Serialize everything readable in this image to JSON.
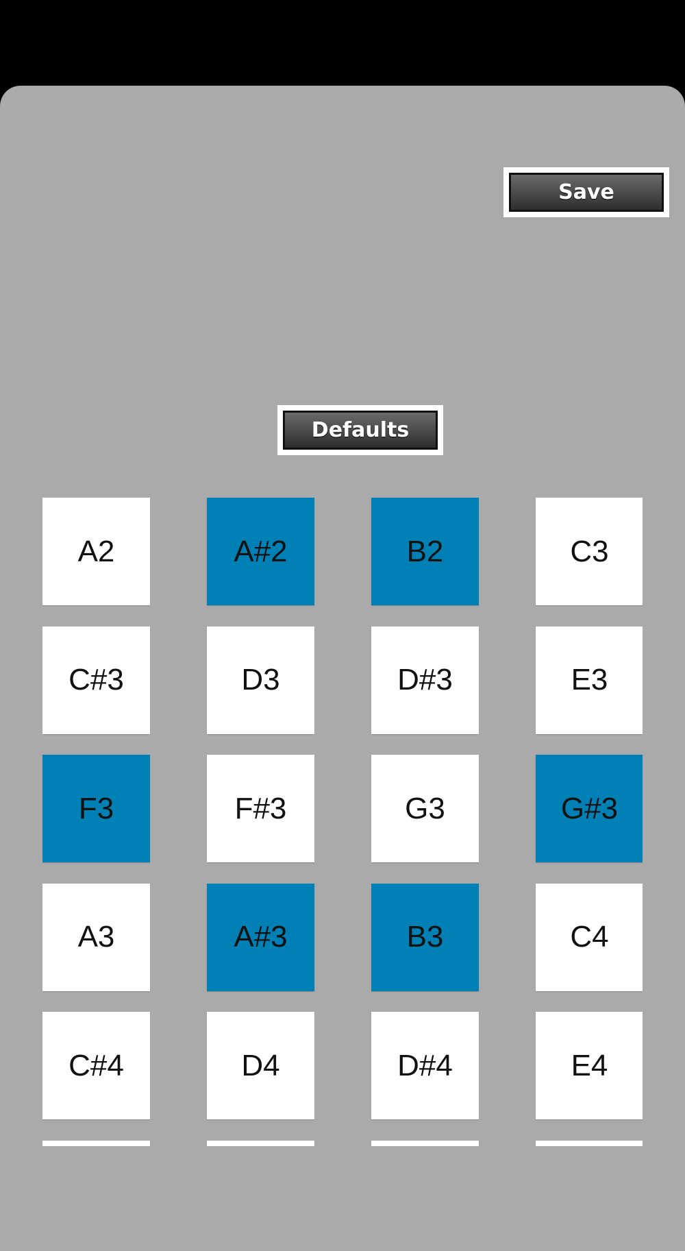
{
  "buttons": {
    "save": "Save",
    "defaults": "Defaults"
  },
  "colors": {
    "selected": "#0080b4",
    "unselected": "#ffffff",
    "panel": "#aaaaaa"
  },
  "notes": [
    {
      "label": "A2",
      "selected": false
    },
    {
      "label": "A#2",
      "selected": true
    },
    {
      "label": "B2",
      "selected": true
    },
    {
      "label": "C3",
      "selected": false
    },
    {
      "label": "C#3",
      "selected": false
    },
    {
      "label": "D3",
      "selected": false
    },
    {
      "label": "D#3",
      "selected": false
    },
    {
      "label": "E3",
      "selected": false
    },
    {
      "label": "F3",
      "selected": true
    },
    {
      "label": "F#3",
      "selected": false
    },
    {
      "label": "G3",
      "selected": false
    },
    {
      "label": "G#3",
      "selected": true
    },
    {
      "label": "A3",
      "selected": false
    },
    {
      "label": "A#3",
      "selected": true
    },
    {
      "label": "B3",
      "selected": true
    },
    {
      "label": "C4",
      "selected": false
    },
    {
      "label": "C#4",
      "selected": false
    },
    {
      "label": "D4",
      "selected": false
    },
    {
      "label": "D#4",
      "selected": false
    },
    {
      "label": "E4",
      "selected": false
    },
    {
      "label": "",
      "selected": false
    },
    {
      "label": "",
      "selected": false
    },
    {
      "label": "",
      "selected": false
    },
    {
      "label": "",
      "selected": false
    }
  ]
}
